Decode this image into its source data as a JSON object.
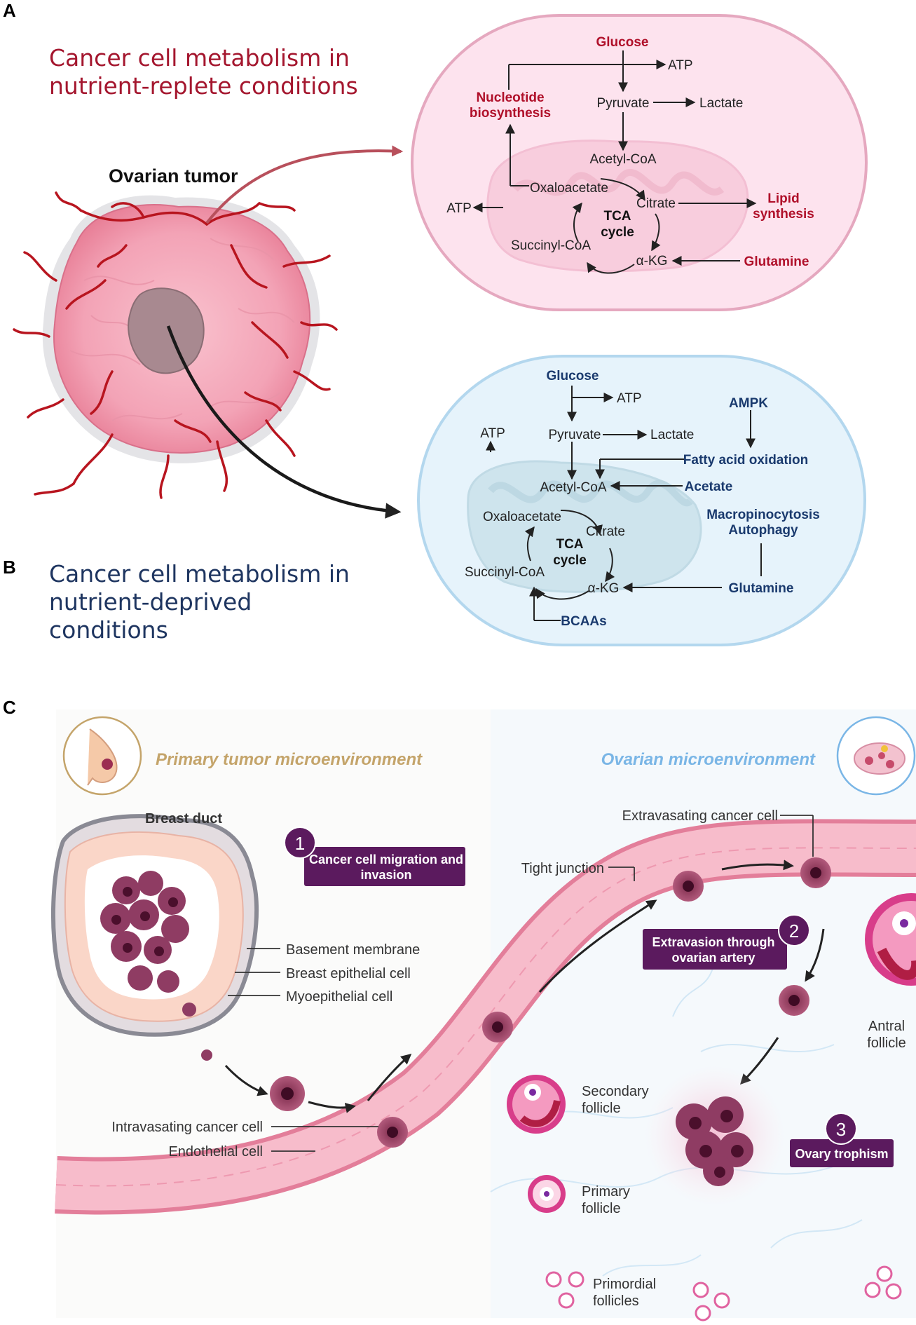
{
  "panels": {
    "a": "A",
    "b": "B",
    "c": "C"
  },
  "titles": {
    "replete_1": "Cancer cell metabolism in",
    "replete_2": "nutrient-replete conditions",
    "deprived_1": "Cancer cell metabolism in",
    "deprived_2": "nutrient-deprived",
    "deprived_3": "conditions",
    "tumor": "Ovarian tumor"
  },
  "replete_cell": {
    "glucose": "Glucose",
    "atp_top": "ATP",
    "nucleotide_1": "Nucleotide",
    "nucleotide_2": "biosynthesis",
    "pyruvate": "Pyruvate",
    "lactate": "Lactate",
    "acetyl_coa": "Acetyl-CoA",
    "oxaloacetate": "Oxaloacetate",
    "citrate": "Citrate",
    "atp_left": "ATP",
    "tca_1": "TCA",
    "tca_2": "cycle",
    "lipid_1": "Lipid",
    "lipid_2": "synthesis",
    "succinyl": "Succinyl-CoA",
    "akg": "α-KG",
    "glutamine": "Glutamine"
  },
  "deprived_cell": {
    "glucose": "Glucose",
    "atp_top": "ATP",
    "ampk": "AMPK",
    "atp_left": "ATP",
    "pyruvate": "Pyruvate",
    "lactate": "Lactate",
    "fao": "Fatty acid oxidation",
    "acetyl_coa": "Acetyl-CoA",
    "acetate": "Acetate",
    "oxaloacetate": "Oxaloacetate",
    "macro_1": "Macropinocytosis",
    "macro_2": "Autophagy",
    "citrate": "Citrate",
    "tca_1": "TCA",
    "tca_2": "cycle",
    "succinyl": "Succinyl-CoA",
    "akg": "α-KG",
    "glutamine": "Glutamine",
    "bcaas": "BCAAs"
  },
  "panel_c": {
    "primary_env": "Primary tumor microenvironment",
    "ovarian_env": "Ovarian microenvironment",
    "breast_duct": "Breast duct",
    "basement": "Basement membrane",
    "epithelial": "Breast epithelial cell",
    "myoepithelial": "Myoepithelial cell",
    "intravasating": "Intravasating cancer cell",
    "endothelial": "Endothelial cell",
    "tight_junction": "Tight junction",
    "extravasating": "Extravasating cancer cell",
    "antral_1": "Antral",
    "antral_2": "follicle",
    "secondary_1": "Secondary",
    "secondary_2": "follicle",
    "primary_1": "Primary",
    "primary_2": "follicle",
    "primordial_1": "Primordial",
    "primordial_2": "follicles",
    "steps": [
      {
        "num": "1",
        "line1": "Cancer cell migration and",
        "line2": "invasion"
      },
      {
        "num": "2",
        "line1": "Extravasion through",
        "line2": "ovarian artery"
      },
      {
        "num": "3",
        "line1": "Ovary trophism",
        "line2": ""
      }
    ]
  },
  "colors": {
    "replete_red": "#b0102a",
    "deprived_navy": "#1a3a6e",
    "badge_purple": "#5b1a5e",
    "primary_gold": "#c4a46a",
    "ovarian_blue": "#7ab6e6"
  }
}
